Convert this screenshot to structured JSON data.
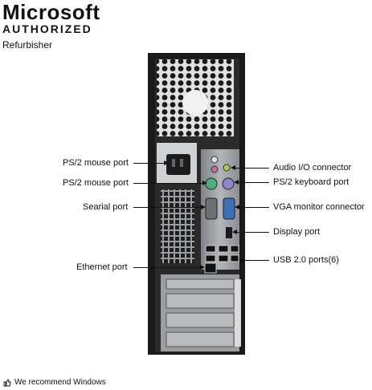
{
  "brand": {
    "line1": "Microsoft",
    "line2": "AUTHORIZED",
    "line3": "Refurbisher"
  },
  "callouts_left": {
    "ps2_mouse_1": "PS/2 mouse port",
    "ps2_mouse_2": "PS/2 mouse port",
    "serial": "Searial port",
    "ethernet": "Ethernet port"
  },
  "callouts_right": {
    "audio": "Audio I/O connector",
    "ps2_keyboard": "PS/2 keyboard port",
    "vga": "VGA monitor connector",
    "display": "Display port",
    "usb": "USB 2.0 ports(6)"
  },
  "footer": {
    "text": "We recommend Windows",
    "icon": "thumbs-up-icon"
  },
  "colors": {
    "case": "#1a1a1a",
    "panel": "#8e9296",
    "ps2_mouse": "#4fae7e",
    "ps2_keyboard": "#8f86c9",
    "vga": "#3d6fb8"
  }
}
